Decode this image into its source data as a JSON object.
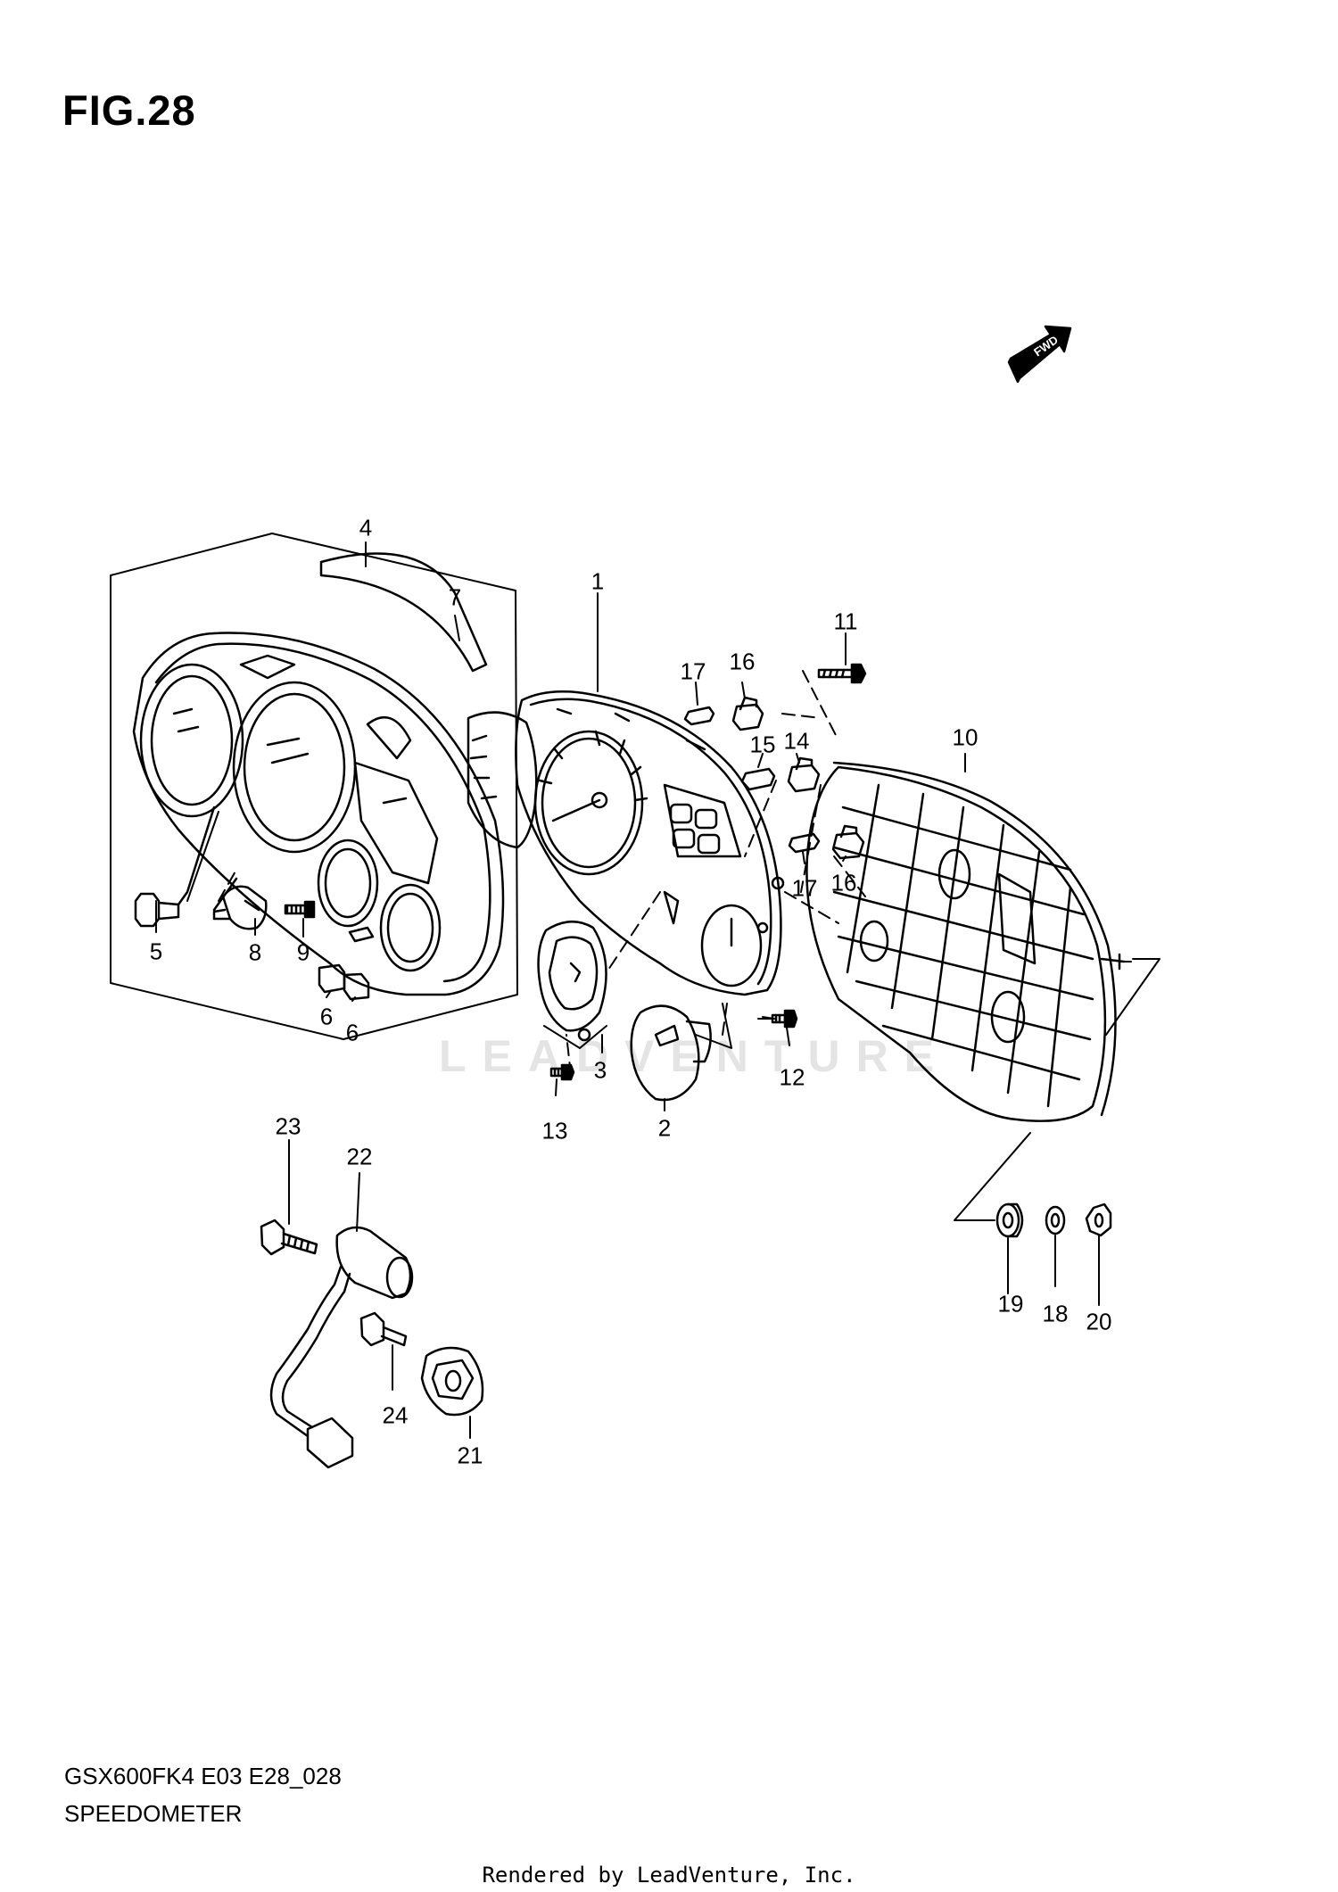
{
  "figure": {
    "title": "FIG.28",
    "model_code": "GSX600FK4 E03 E28_028",
    "section_name": "SPEEDOMETER",
    "render_credit": "Rendered by LeadVenture, Inc.",
    "watermark": "LEADVENTURE",
    "direction_marker": "FWD"
  },
  "callouts": [
    "1",
    "2",
    "3",
    "4",
    "5",
    "6",
    "6",
    "7",
    "8",
    "9",
    "10",
    "11",
    "12",
    "13",
    "14",
    "15",
    "16",
    "16",
    "17",
    "17",
    "18",
    "19",
    "20",
    "21",
    "22",
    "23",
    "24"
  ],
  "colors": {
    "line": "#000000",
    "watermark": "#e4e4e4"
  }
}
